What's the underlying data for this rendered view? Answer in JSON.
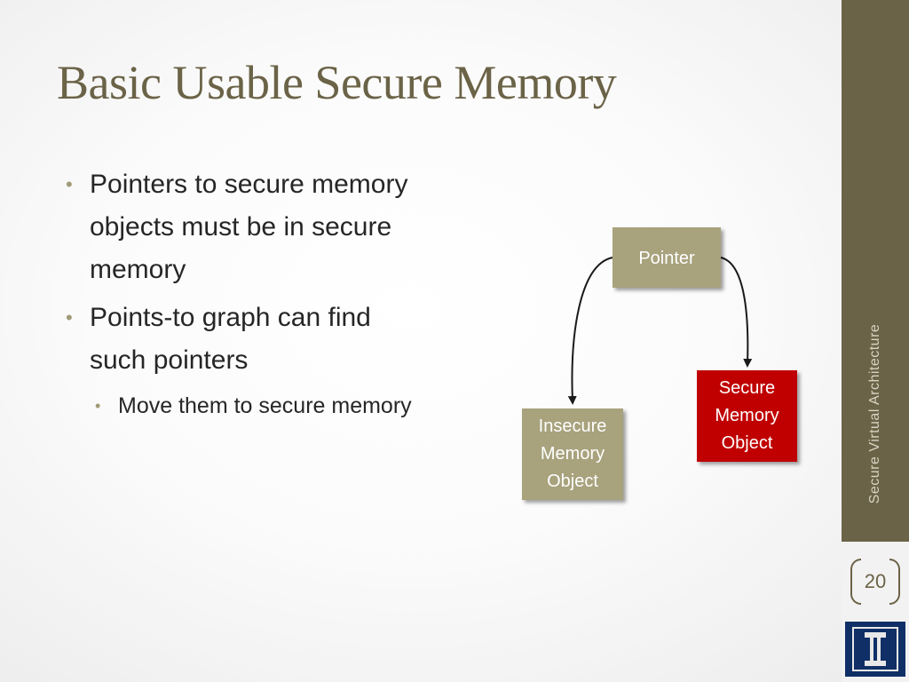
{
  "slide": {
    "title": "Basic Usable Secure Memory",
    "bullets": [
      {
        "text": "Pointers to secure memory objects must be in secure memory"
      },
      {
        "text": "Points-to graph can find such pointers"
      }
    ],
    "sub_bullets": [
      {
        "text": "Move them to secure memory"
      }
    ]
  },
  "diagram": {
    "pointer_label": "Pointer",
    "insecure_label": "Insecure Memory Object",
    "secure_label": "Secure Memory Object"
  },
  "sidebar": {
    "vertical_text": "Secure Virtual Architecture",
    "page_number": "20"
  },
  "colors": {
    "accent": "#6b6347",
    "box_neutral": "#a8a27d",
    "box_secure": "#c00000",
    "logo_blue": "#0f2f66"
  }
}
